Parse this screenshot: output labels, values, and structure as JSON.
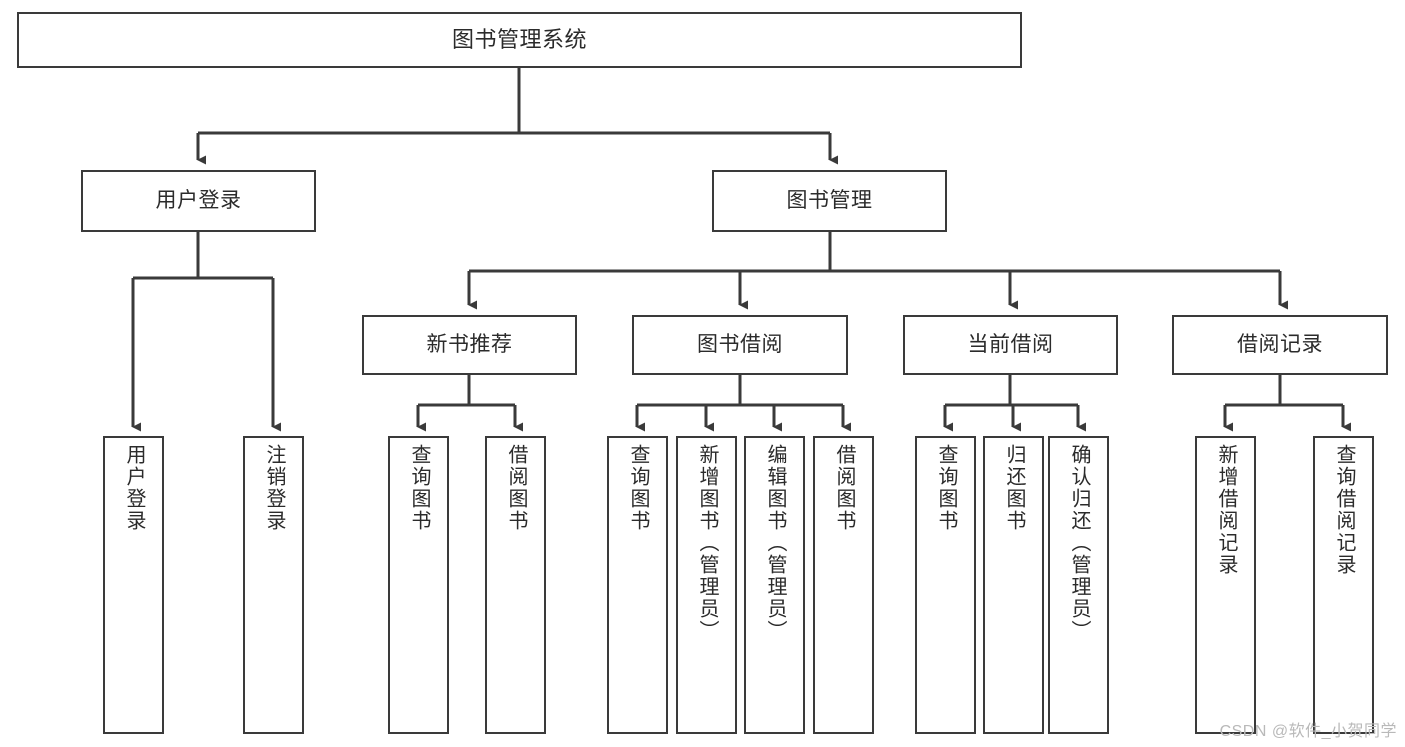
{
  "diagram": {
    "title": "图书管理系统",
    "watermark": "CSDN @软件_小贺同学",
    "line_color": "#3a3a3a",
    "box_fill": "#ffffff",
    "text_color": "#2b2b2b",
    "nodes": {
      "root": {
        "label": "图书管理系统"
      },
      "level2": [
        {
          "key": "user_login",
          "label": "用户登录"
        },
        {
          "key": "book_manage",
          "label": "图书管理"
        }
      ],
      "level3": [
        {
          "key": "new_book_rec",
          "label": "新书推荐"
        },
        {
          "key": "book_borrow",
          "label": "图书借阅"
        },
        {
          "key": "current_borrow",
          "label": "当前借阅"
        },
        {
          "key": "borrow_record",
          "label": "借阅记录"
        }
      ],
      "leaves": {
        "user_login": [
          {
            "key": "leaf_user_login",
            "label": "用户登录"
          },
          {
            "key": "leaf_logout",
            "label": "注销登录"
          }
        ],
        "new_book_rec": [
          {
            "key": "leaf_query_book_1",
            "label": "查询图书"
          },
          {
            "key": "leaf_borrow_book_1",
            "label": "借阅图书"
          }
        ],
        "book_borrow": [
          {
            "key": "leaf_query_book_2",
            "label": "查询图书"
          },
          {
            "key": "leaf_add_book",
            "label": "新增图书（管理员）"
          },
          {
            "key": "leaf_edit_book",
            "label": "编辑图书（管理员）"
          },
          {
            "key": "leaf_borrow_book_2",
            "label": "借阅图书"
          }
        ],
        "current_borrow": [
          {
            "key": "leaf_query_book_3",
            "label": "查询图书"
          },
          {
            "key": "leaf_return_book",
            "label": "归还图书"
          },
          {
            "key": "leaf_confirm_return",
            "label": "确认归还（管理员）"
          }
        ],
        "borrow_record": [
          {
            "key": "leaf_add_record",
            "label": "新增借阅记录"
          },
          {
            "key": "leaf_query_record",
            "label": "查询借阅记录"
          }
        ]
      }
    }
  }
}
